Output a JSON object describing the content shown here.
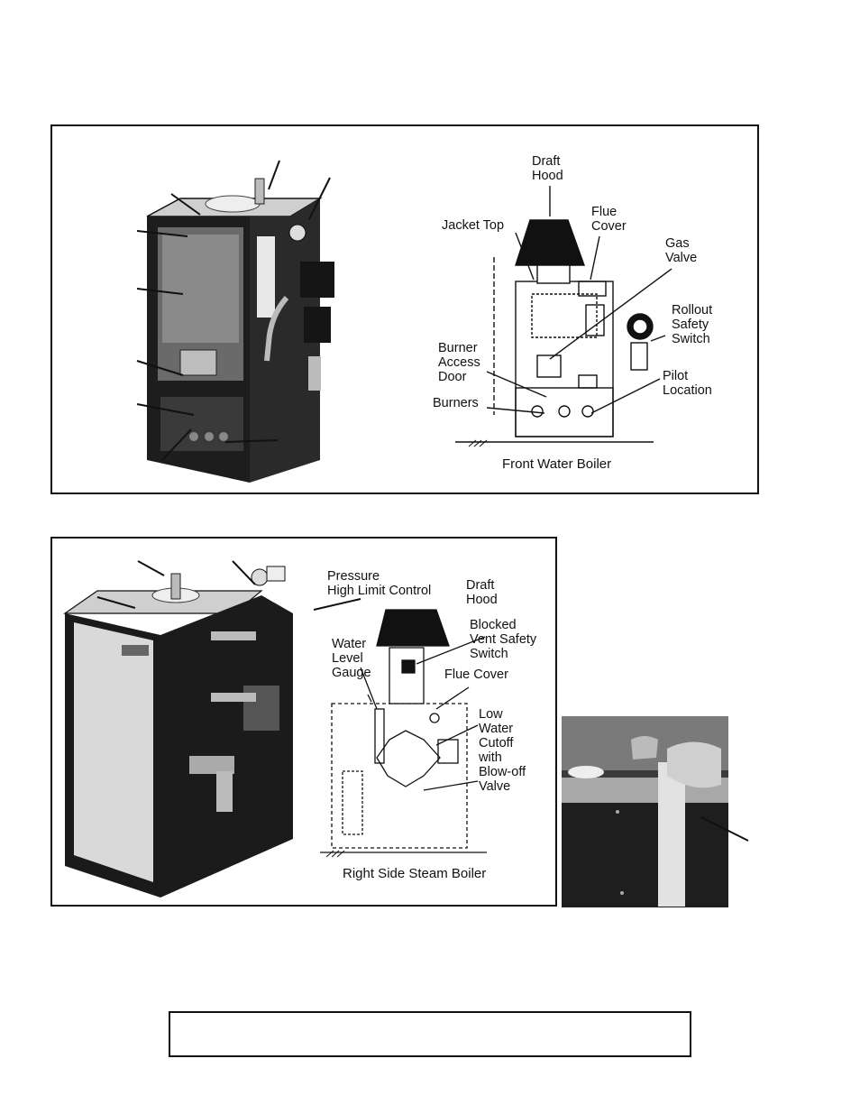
{
  "front_panel": {
    "diagram_labels": {
      "draft_hood": "Draft\nHood",
      "flue_cover": "Flue\nCover",
      "jacket_top": "Jacket Top",
      "gas_valve": "Gas\nValve",
      "rollout_switch": "Rollout\nSafety\nSwitch",
      "burner_access_door": "Burner\nAccess\nDoor",
      "pilot_location": "Pilot\nLocation",
      "burners": "Burners"
    },
    "caption": "Front Water Boiler"
  },
  "side_panel": {
    "diagram_labels": {
      "pressure_control": "Pressure\nHigh Limit Control",
      "draft_hood": "Draft\nHood",
      "blocked_vent": "Blocked\nVent Safety\nSwitch",
      "water_level_gauge": "Water\nLevel\nGauge",
      "flue_cover": "Flue Cover",
      "low_water_cutoff": "Low\nWater\nCutoff\nwith\nBlow-off\nValve"
    },
    "caption": "Right Side Steam Boiler"
  },
  "colors": {
    "ink": "#111111",
    "jacket": "#1c1c1c",
    "panel_grey": "#d8d8d8"
  }
}
